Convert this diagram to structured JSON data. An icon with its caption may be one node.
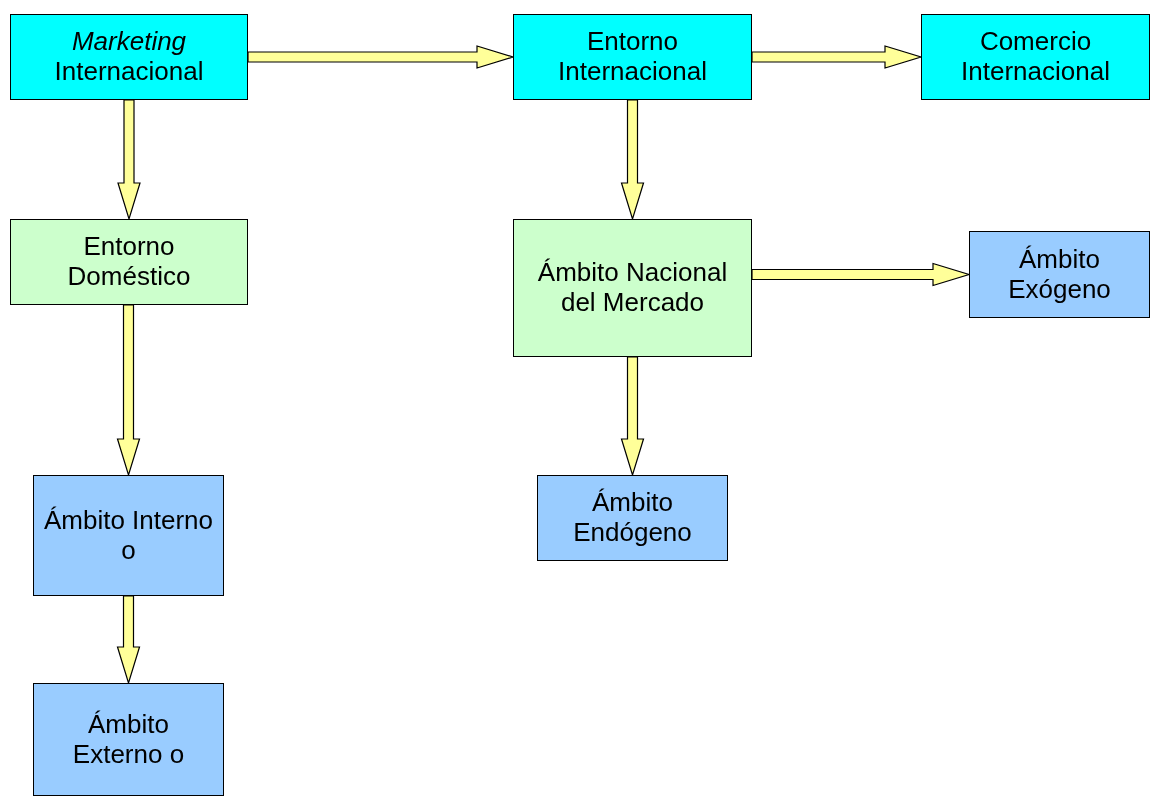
{
  "diagram": {
    "nodes": [
      {
        "text": [
          "*Marketing* Internacional"
        ]
      },
      {
        "text": [
          "Entorno Internacional"
        ]
      },
      {
        "text": [
          "Comercio Internacional"
        ]
      },
      {
        "text": [
          "Entorno Doméstico"
        ]
      },
      {
        "text": [
          "Ámbito Nacional del Mercado"
        ]
      },
      {
        "text": [
          "Ámbito Exógeno"
        ]
      },
      {
        "text": [
          "Ámbito Interno o"
        ]
      },
      {
        "text": [
          "Ámbito Endógeno"
        ]
      },
      {
        "text": [
          "Ámbito Externo o"
        ]
      }
    ],
    "edges": [
      {
        "from": 0,
        "to": 1,
        "arrow": "to"
      },
      {
        "from": 1,
        "to": 2,
        "arrow": "to"
      },
      {
        "from": 0,
        "to": 3,
        "arrow": "to"
      },
      {
        "from": 1,
        "to": 4,
        "arrow": "to"
      },
      {
        "from": 4,
        "to": 5,
        "arrow": "to"
      },
      {
        "from": 3,
        "to": 6,
        "arrow": "to"
      },
      {
        "from": 4,
        "to": 7,
        "arrow": "to"
      },
      {
        "from": 6,
        "to": 8,
        "arrow": "to"
      }
    ]
  }
}
